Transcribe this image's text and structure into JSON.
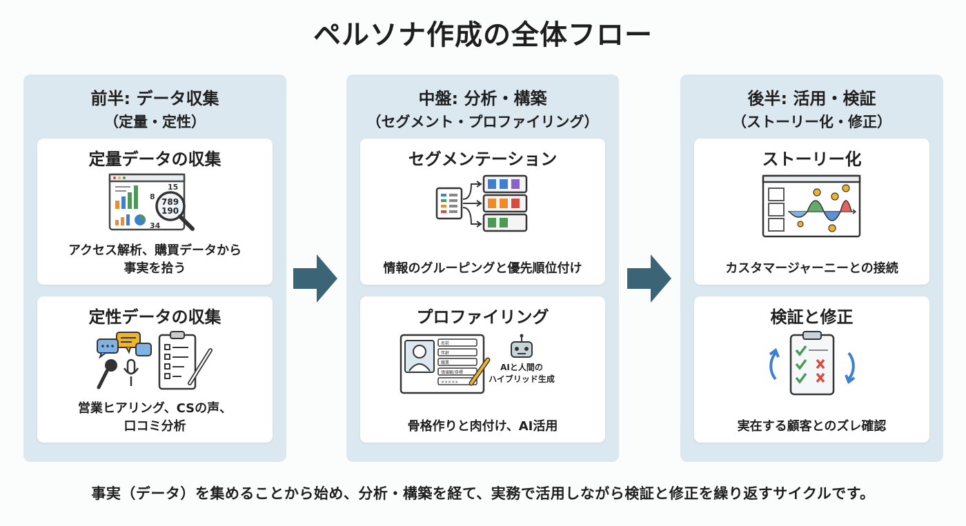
{
  "title": "ペルソナ作成の全体フロー",
  "columns": [
    {
      "heading": "前半: データ収集",
      "subheading": "（定量・定性）",
      "cards": [
        {
          "title": "定量データの収集",
          "desc_line1": "アクセス解析、購買データから",
          "desc_line2": "事実を拾う",
          "icon": "analytics-magnifier-icon",
          "numbers": [
            "15",
            "8",
            "789",
            "190",
            "34"
          ]
        },
        {
          "title": "定性データの収集",
          "desc_line1": "営業ヒアリング、CSの声、",
          "desc_line2": "口コミ分析",
          "icon": "interview-clipboard-icon"
        }
      ]
    },
    {
      "heading": "中盤: 分析・構築",
      "subheading": "（セグメント・プロファイリング）",
      "cards": [
        {
          "title": "セグメンテーション",
          "desc_line1": "情報のグルーピングと優先順位付け",
          "desc_line2": "",
          "icon": "segmentation-icon"
        },
        {
          "title": "プロファイリング",
          "desc_line1": "骨格作りと肉付け、AI活用",
          "desc_line2": "",
          "icon": "profile-card-icon",
          "profile_fields": [
            "名前",
            "年齢",
            "職業",
            "価値観/目標",
            "×××××"
          ],
          "ai_label_line1": "AIと人間の",
          "ai_label_line2": "ハイブリッド生成"
        }
      ]
    },
    {
      "heading": "後半: 活用・検証",
      "subheading": "（ストーリー化・修正）",
      "cards": [
        {
          "title": "ストーリー化",
          "desc_line1": "カスタマージャーニーとの接続",
          "desc_line2": "",
          "icon": "journey-chart-icon"
        },
        {
          "title": "検証と修正",
          "desc_line1": "実在する顧客とのズレ確認",
          "desc_line2": "",
          "icon": "verify-checklist-icon"
        }
      ]
    }
  ],
  "footer": "事実（データ）を集めることから始め、分析・構築を経て、実務で活用しながら検証と修正を繰り返すサイクルです。",
  "colors": {
    "column_bg": "#dce8ef",
    "arrow": "#3b6477",
    "accent_blue": "#3f7fd1",
    "accent_green": "#4a9a55",
    "accent_orange": "#f08b2a",
    "accent_purple": "#8a62c9",
    "accent_red": "#d94a3f"
  }
}
